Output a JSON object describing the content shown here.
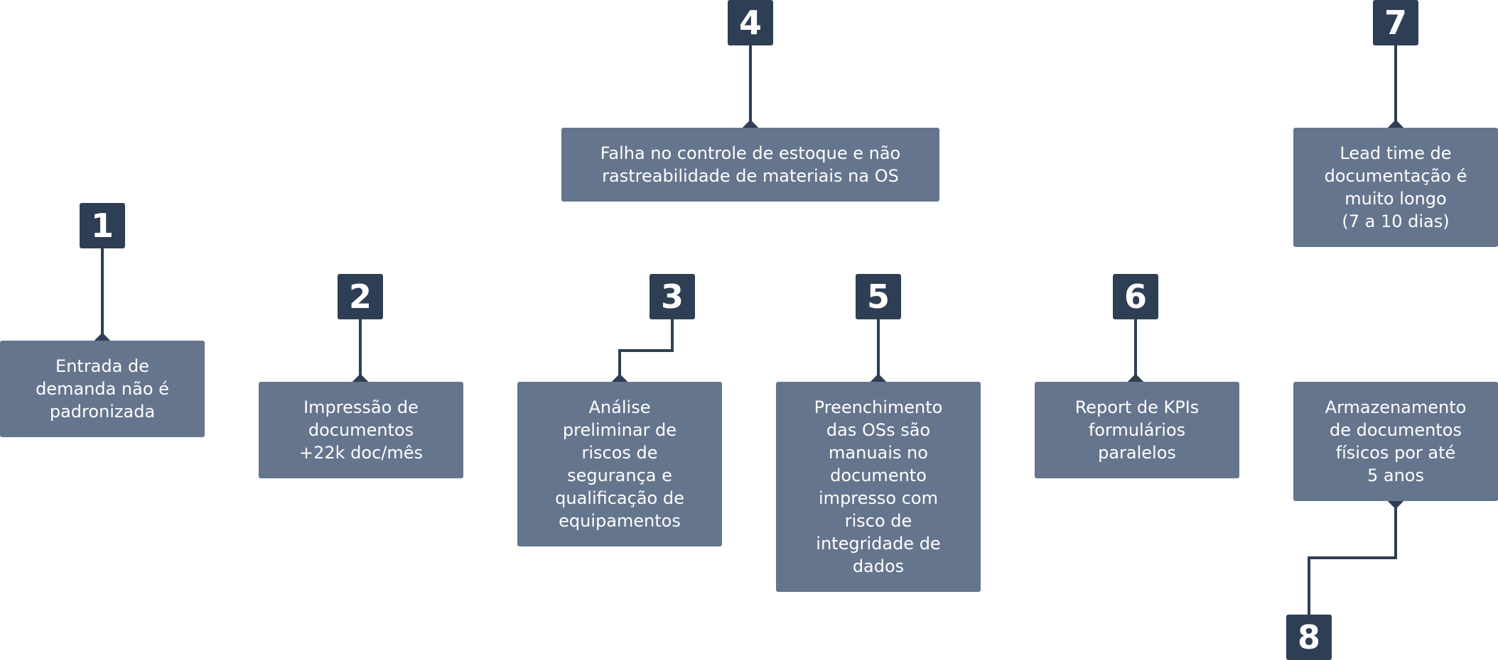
{
  "steps": [
    {
      "number": "1",
      "text": "Entrada de\ndemanda não é\npadronizada"
    },
    {
      "number": "2",
      "text": "Impressão de\ndocumentos\n+22k doc/mês"
    },
    {
      "number": "3",
      "text": "Análise\npreliminar de\nriscos de\nsegurança e\nqualificação de\nequipamentos"
    },
    {
      "number": "4",
      "text": "Falha no controle de estoque e não\nrastreabilidade de materiais na OS"
    },
    {
      "number": "5",
      "text": "Preenchimento\ndas OSs são\nmanuais no\ndocumento\nimpresso com\nrisco de\nintegridade de\ndados"
    },
    {
      "number": "6",
      "text": "Report de KPIs\nformulários\nparalelos"
    },
    {
      "number": "7",
      "text": "Lead time de\ndocumentação é\nmuito longo\n(7 a 10 dias)"
    },
    {
      "number": "8",
      "text": "Armazenamento\nde documentos\nfísicos por até\n5 anos"
    }
  ],
  "colors": {
    "badge": "#2e3e54",
    "box": "#65758d",
    "connector": "#2e3e54",
    "text": "#ffffff"
  }
}
